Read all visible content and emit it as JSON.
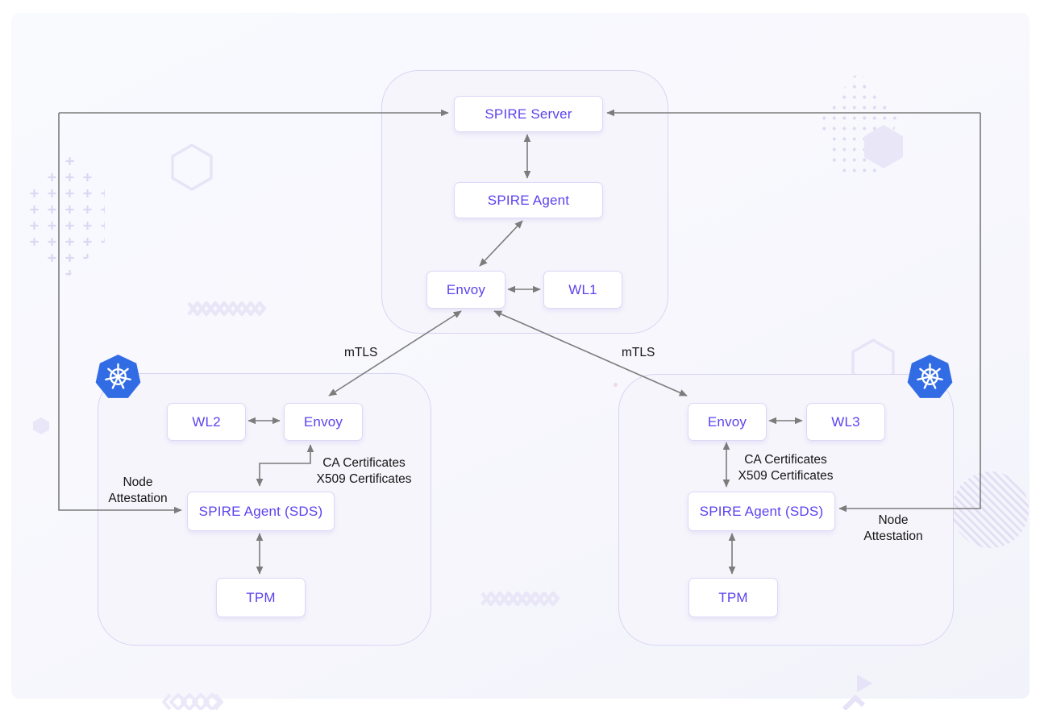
{
  "clusters": {
    "top": {
      "nodes": {
        "spire_server": "SPIRE Server",
        "spire_agent": "SPIRE Agent",
        "envoy": "Envoy",
        "wl1": "WL1"
      }
    },
    "left": {
      "nodes": {
        "wl2": "WL2",
        "envoy": "Envoy",
        "spire_agent_sds": "SPIRE Agent (SDS)",
        "tpm": "TPM"
      }
    },
    "right": {
      "nodes": {
        "envoy": "Envoy",
        "wl3": "WL3",
        "spire_agent_sds": "SPIRE Agent (SDS)",
        "tpm": "TPM"
      }
    }
  },
  "labels": {
    "mtls_left": "mTLS",
    "mtls_right": "mTLS",
    "node_attestation_left": "Node Attestation",
    "node_attestation_right": "Node Attestation",
    "ca_certs_line1": "CA Certificates",
    "ca_certs_line2": "X509 Certificates"
  },
  "icons": {
    "kubernetes_left": "kubernetes-icon",
    "kubernetes_right": "kubernetes-icon"
  },
  "colors": {
    "node_text": "#5b43ee",
    "node_border": "#ddd8f6",
    "cluster_border": "#d8d4f1",
    "cluster_bg": "#f6f5fc",
    "arrow": "#7c7c7c",
    "k8s_blue": "#326ce5",
    "deco_lavender": "#e7e4f7"
  }
}
